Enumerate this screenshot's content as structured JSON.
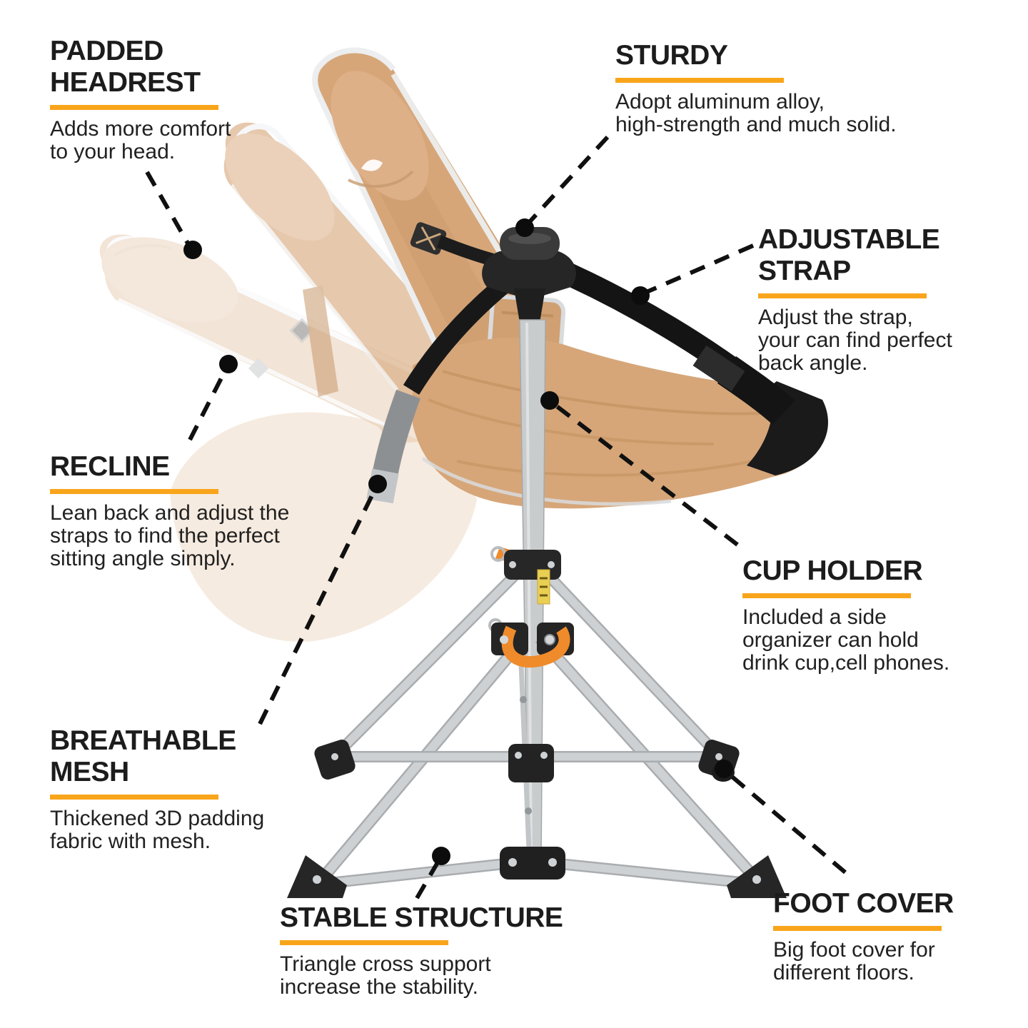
{
  "page": {
    "background_color": "#FFFFFF",
    "accent_color": "#F9A51B",
    "heading_color": "#1C1C1C",
    "body_color": "#212121",
    "leader_line_color": "#101010"
  },
  "callouts": {
    "padded_headrest": {
      "title": "PADDED\nHEADREST",
      "description": "Adds more comfort\nto your head."
    },
    "sturdy": {
      "title": "STURDY",
      "description": "Adopt  aluminum alloy,\nhigh-strength and much solid."
    },
    "adjustable_strap": {
      "title": "ADJUSTABLE\nSTRAP",
      "description": "Adjust the strap,\nyour can find perfect\nback angle."
    },
    "recline": {
      "title": "RECLINE",
      "description": "Lean back and adjust the\nstraps to find the perfect\nsitting angle simply."
    },
    "cup_holder": {
      "title": "CUP HOLDER",
      "description": "Included a side\norganizer can hold\ndrink cup,cell phones."
    },
    "breathable_mesh": {
      "title": "BREATHABLE\nMESH",
      "description": "Thickened 3D padding\nfabric with mesh."
    },
    "stable_structure": {
      "title": "STABLE STRUCTURE",
      "description": "Triangle cross support\nincrease the stability."
    },
    "foot_cover": {
      "title": "FOOT COVER",
      "description": "Big foot cover for\ndifferent floors."
    }
  },
  "illustration": {
    "subject": "reclining camp chair on folding tripod stand shown in three recline positions",
    "fabric_color": "#D6A679",
    "headrest_color": "#DEB088",
    "strap_color": "#181818",
    "strap_sleeve_color": "#8D9093",
    "frame_tube_color": "#CCD0D2",
    "joint_color": "#242424",
    "buckle_strap_color": "#EF8B2B",
    "warning_label_color": "#E9CF52",
    "ghost_mid_opacity": 0.62,
    "ghost_flat_opacity": 0.3
  }
}
